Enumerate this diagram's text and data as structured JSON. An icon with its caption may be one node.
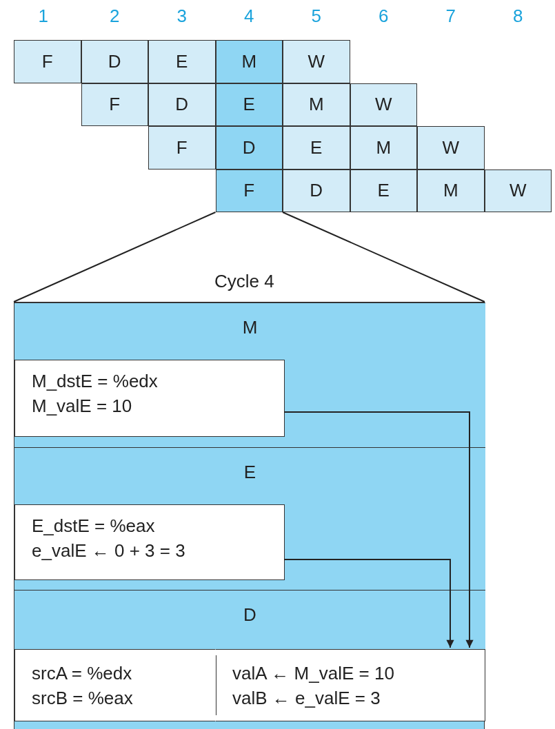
{
  "diagram": {
    "nodes": [
      {
        "text": [
          "F"
        ]
      },
      {
        "text": [
          "D"
        ]
      },
      {
        "text": [
          "E"
        ]
      },
      {
        "text": [
          "M"
        ]
      },
      {
        "text": [
          "W"
        ]
      },
      {
        "text": [
          "F"
        ]
      },
      {
        "text": [
          "D"
        ]
      },
      {
        "text": [
          "E"
        ]
      },
      {
        "text": [
          "M"
        ]
      },
      {
        "text": [
          "W"
        ]
      },
      {
        "text": [
          "F"
        ]
      },
      {
        "text": [
          "D"
        ]
      },
      {
        "text": [
          "E"
        ]
      },
      {
        "text": [
          "M"
        ]
      },
      {
        "text": [
          "W"
        ]
      },
      {
        "text": [
          "F"
        ]
      },
      {
        "text": [
          "D"
        ]
      },
      {
        "text": [
          "E"
        ]
      },
      {
        "text": [
          "M"
        ]
      },
      {
        "text": [
          "W"
        ]
      },
      {
        "text": [
          "Cycle 4"
        ]
      },
      {
        "text": [
          "M"
        ],
        "in": 20
      },
      {
        "text": [
          "M_dstE = %edx",
          "M_valE = 10"
        ],
        "in": 21
      },
      {
        "text": [
          "E"
        ],
        "in": 20
      },
      {
        "text": [
          "E_dstE = %eax",
          "e_valE ← 0 + 3 = 3"
        ],
        "in": 23
      },
      {
        "text": [
          "D"
        ],
        "in": 20
      },
      {
        "text": [
          "srcA = %edx",
          "srcB = %eax"
        ],
        "in": 25
      },
      {
        "text": [
          "valA ← M_valE = 10",
          "valB ← e_valE = 3"
        ],
        "in": 25
      }
    ],
    "edges": [
      {
        "from": 15,
        "to": 20,
        "arrow": "none"
      },
      {
        "from": 15,
        "to": 20,
        "arrow": "none"
      },
      {
        "from": 22,
        "to": 27,
        "arrow": "to"
      },
      {
        "from": 24,
        "to": 27,
        "arrow": "to"
      }
    ],
    "labels": [
      "1",
      "2",
      "3",
      "4",
      "5",
      "6",
      "7",
      "8"
    ]
  }
}
